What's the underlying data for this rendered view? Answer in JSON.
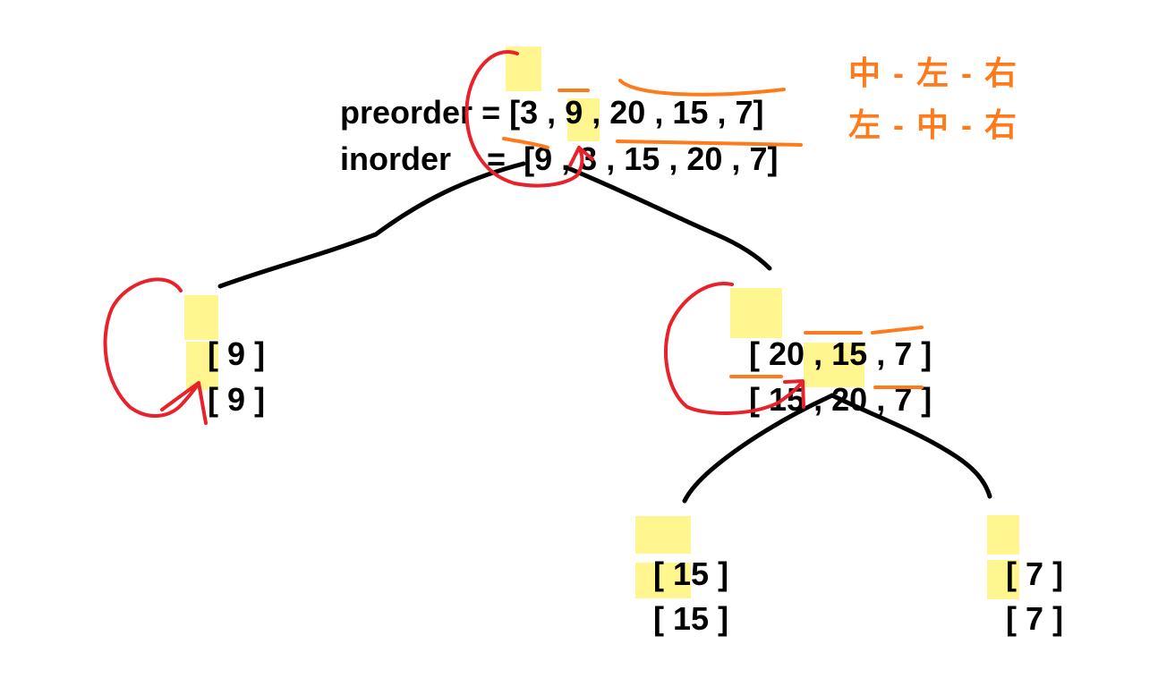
{
  "colors": {
    "highlight": "#fff68f",
    "red_arrow": "#e8212a",
    "orange": "#ff7a1a",
    "text": "#000000"
  },
  "root": {
    "preorder_name": "preorder",
    "inorder_name": "inorder",
    "equals": "=",
    "open": "[",
    "close": "]",
    "comma": ",",
    "pre_values": [
      "3",
      "9",
      "20",
      "15",
      "7"
    ],
    "in_values": [
      "9",
      "3",
      "15",
      "20",
      "7"
    ],
    "pre_order_label": "中 - 左 - 右",
    "in_order_label": "左 - 中 - 右"
  },
  "left_node": {
    "pre": "9",
    "in": "9"
  },
  "right_node": {
    "pre_values": [
      "20",
      "15",
      "7"
    ],
    "in_values": [
      "15",
      "20",
      "7"
    ]
  },
  "leaf_left": {
    "pre": "15",
    "in": "15"
  },
  "leaf_right": {
    "pre": "7",
    "in": "7"
  }
}
